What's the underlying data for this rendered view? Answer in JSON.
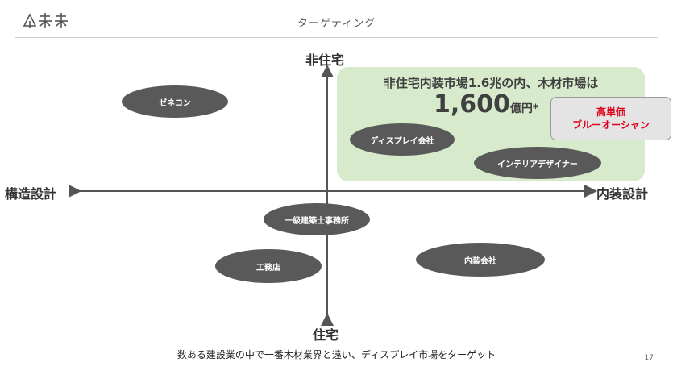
{
  "header": {
    "title": "ターゲティング"
  },
  "logo": {
    "icon": "tree-logo-icon"
  },
  "axes": {
    "top": "非住宅",
    "bottom": "住宅",
    "left": "構造設計",
    "right": "内装設計"
  },
  "market": {
    "headline": "非住宅内装市場1.6兆の内、木材市場は",
    "figure": "1,600",
    "unit": "億円",
    "note_mark": "*"
  },
  "callout": {
    "line1": "高単価",
    "line2": "ブルーオーシャン",
    "text_color": "#e0001b"
  },
  "segments": {
    "zenecon": "ゼネコン",
    "display_company": "ディスプレイ会社",
    "interior_designer": "インテリアデザイナー",
    "architect_office": "一級建築士事務所",
    "builder": "工務店",
    "interior_company": "内装会社"
  },
  "footer": {
    "message": "数ある建設業の中で一番木材業界と遠い、ディスプレイ市場をターゲット",
    "page_number": "17"
  },
  "colors": {
    "segment_fill": "#595959",
    "target_zone": "#d7ebcc",
    "axis": "#555555"
  }
}
